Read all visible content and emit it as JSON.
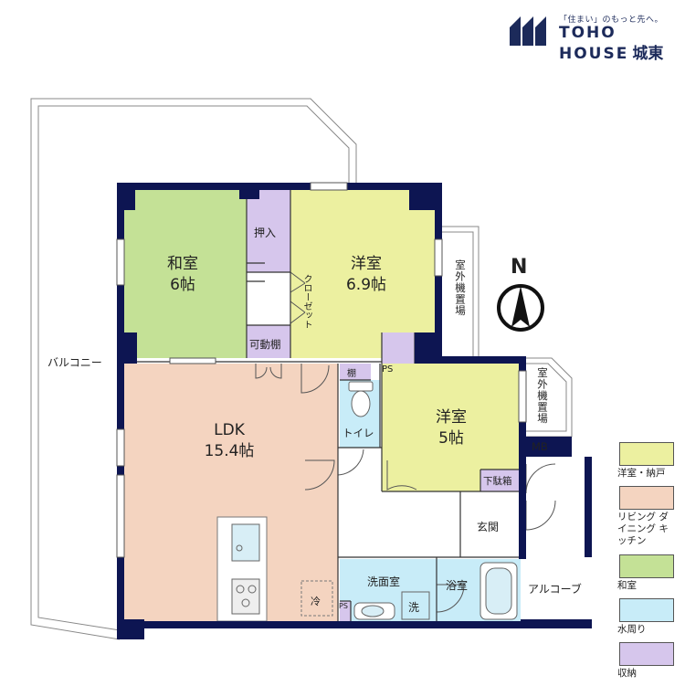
{
  "logo": {
    "tagline": "「住まい」のもっと先へ。",
    "name_line1": "TOHO",
    "name_line2": "HOUSE",
    "name_suffix": "城東"
  },
  "rooms": {
    "washitsu": {
      "name": "和室",
      "size": "6帖"
    },
    "youshitsu_a": {
      "name": "洋室",
      "size": "6.9帖"
    },
    "youshitsu_b": {
      "name": "洋室",
      "size": "5帖"
    },
    "ldk": {
      "name": "LDK",
      "size": "15.4帖"
    },
    "oshiire": "押入",
    "kadoudana": "可動棚",
    "closet": "クローゼット",
    "tana": "棚",
    "toilet": "トイレ",
    "ps_top": "PS",
    "ps_bottom": "PS",
    "mb": "MB",
    "getabako": "下駄箱",
    "genkan": "玄関",
    "senmenshitsu": "洗面室",
    "sen": "洗",
    "yokushitsu": "浴室",
    "rei": "冷",
    "balcony": "バルコニー",
    "alcove": "アルコーブ",
    "outdoor_unit_1": "室外機置場",
    "outdoor_unit_2": "室外機置場"
  },
  "compass": {
    "label": "N"
  },
  "legend": [
    {
      "label": "洋室・納戸",
      "color": "#ecf0a0"
    },
    {
      "label": "リビング ダイニング キッチン",
      "color": "#f4d4c0"
    },
    {
      "label": "和室",
      "color": "#c4e196"
    },
    {
      "label": "水周り",
      "color": "#c8ecf8"
    },
    {
      "label": "収納",
      "color": "#d6c6ec"
    }
  ],
  "colors": {
    "wall": "#0d1552",
    "youshitsu": "#ecf0a0",
    "ldk": "#f4d4c0",
    "washitsu": "#c4e196",
    "water": "#c8ecf8",
    "storage": "#d6c6ec"
  }
}
